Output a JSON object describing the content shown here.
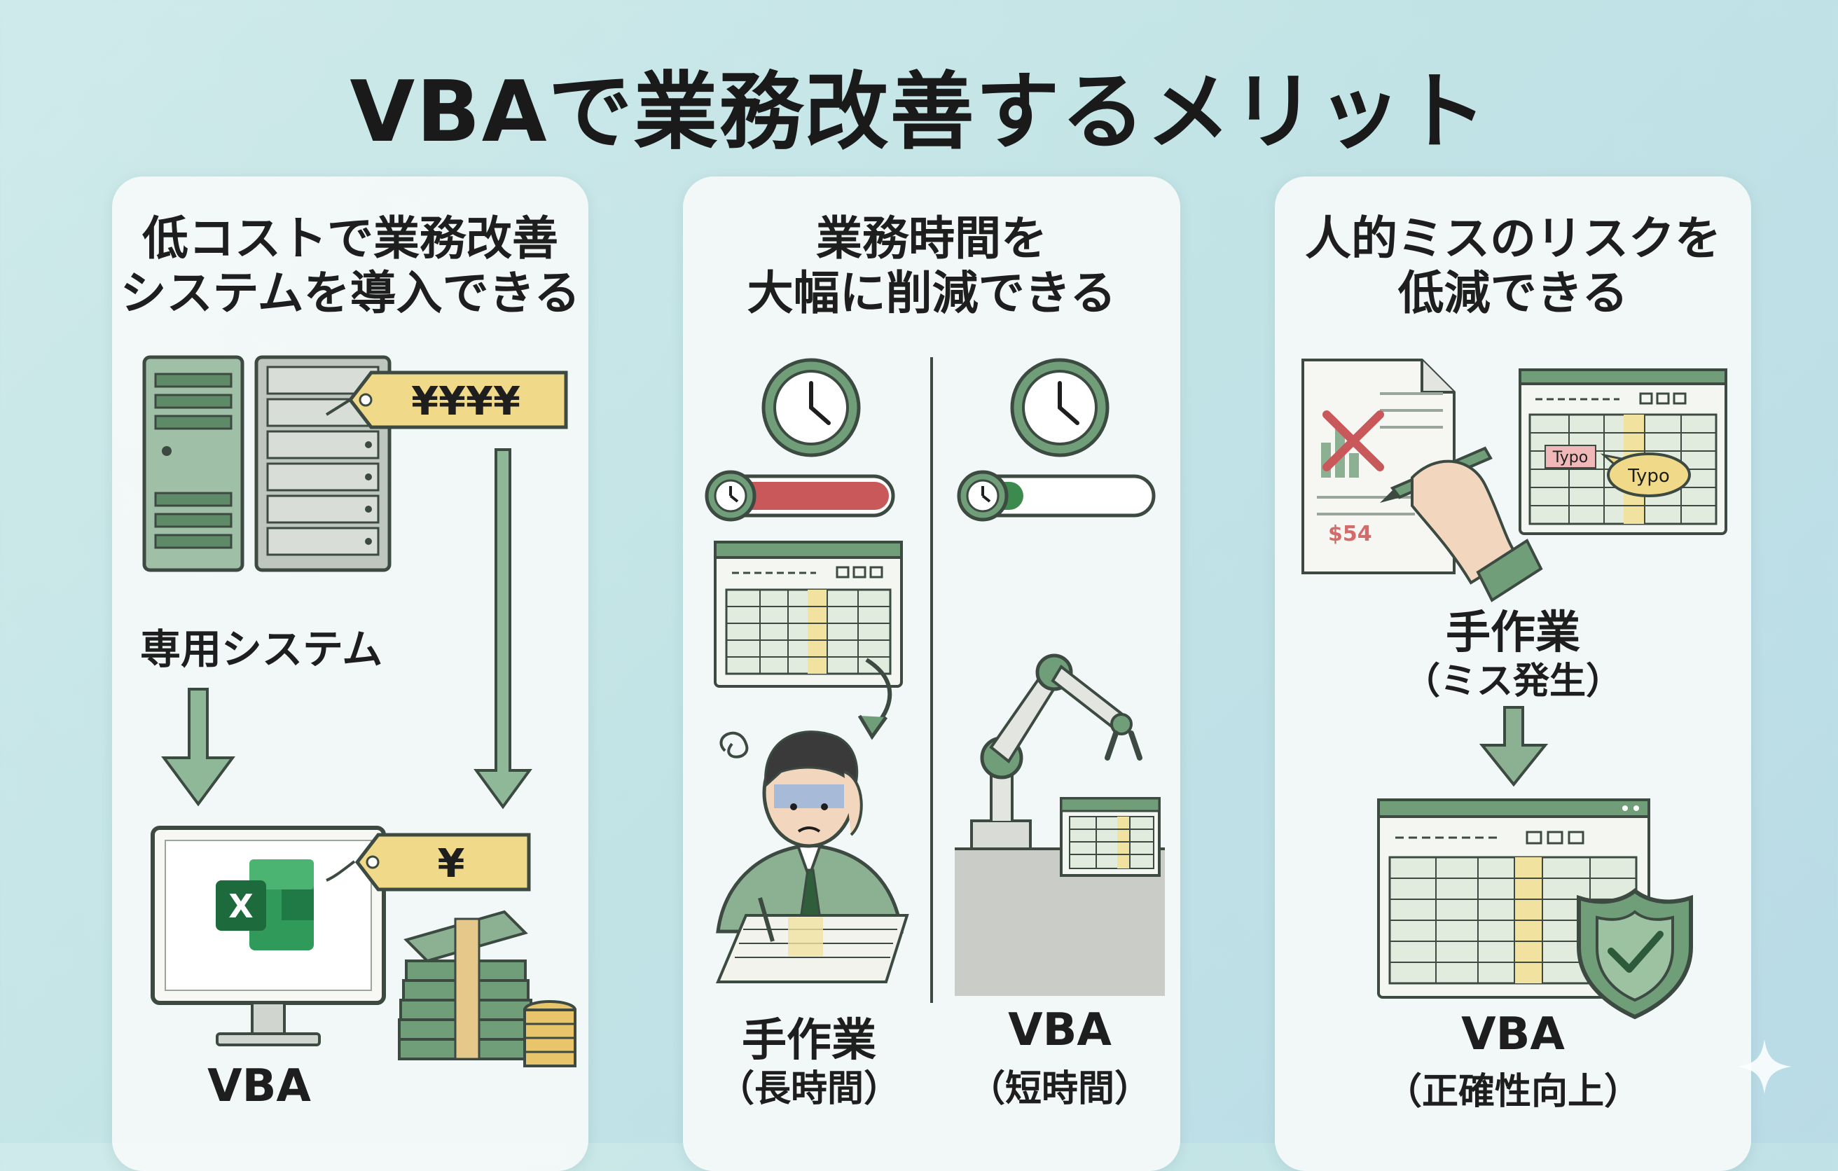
{
  "title": "VBAで業務改善するメリット",
  "panels": [
    {
      "heading_line1": "低コストで業務改善",
      "heading_line2": "システムを導入できる",
      "label_top": "専用システム",
      "label_bottom": "VBA",
      "price_tag_high": "¥¥¥¥",
      "price_tag_low": "¥",
      "app_icon_letter": "X"
    },
    {
      "heading_line1": "業務時間を",
      "heading_line2": "大幅に削減できる",
      "left_label": "手作業",
      "left_sublabel": "（長時間）",
      "right_label": "VBA",
      "right_sublabel": "（短時間）",
      "long_progress": 1.0,
      "short_progress": 0.25
    },
    {
      "heading_line1": "人的ミスのリスクを",
      "heading_line2": "低減できる",
      "top_label": "手作業",
      "top_sublabel": "（ミス発生）",
      "bottom_label": "VBA",
      "bottom_sublabel": "（正確性向上）",
      "typo_text_1": "Typo",
      "typo_text_2": "Typo",
      "doc_amount": "$54"
    }
  ],
  "colors": {
    "accent_green": "#6f9e78",
    "dark_green": "#3e6e4c",
    "tag_yellow": "#f1d98a",
    "alert_red": "#c9585a",
    "excel_green": "#1f7a45"
  }
}
